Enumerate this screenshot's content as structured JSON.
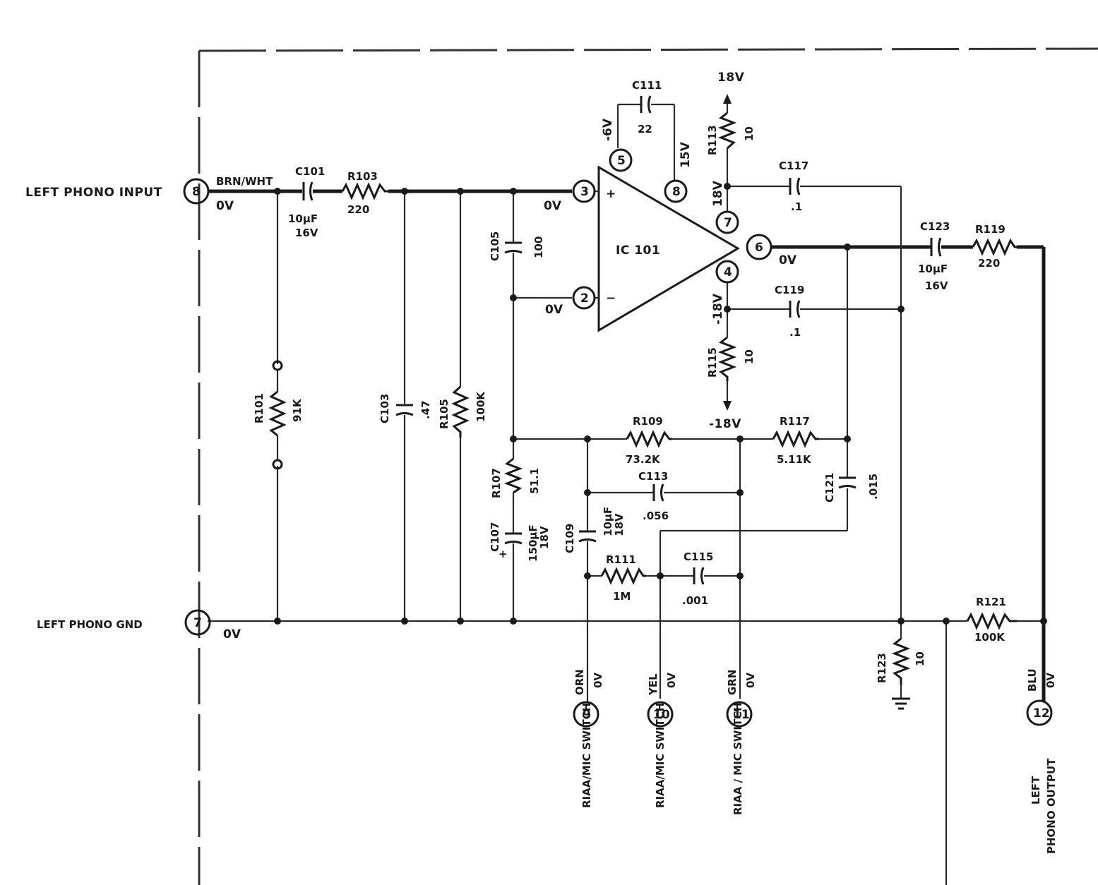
{
  "terminals": {
    "t8": {
      "label": "LEFT PHONO INPUT",
      "pin": "8",
      "wire": "BRN/WHT",
      "voltage": "0V"
    },
    "t7": {
      "label": "LEFT PHONO GND",
      "pin": "7",
      "voltage": "0V"
    },
    "t9": {
      "pin": "9",
      "wire": "ORN",
      "voltage": "0V",
      "label": "RIAA/MIC SWITCH"
    },
    "t10": {
      "pin": "10",
      "wire": "YEL",
      "voltage": "0V",
      "label": "RIAA/MIC SWITCH"
    },
    "t11": {
      "pin": "11",
      "wire": "GRN",
      "voltage": "0V",
      "label": "RIAA / MIC SWITCH"
    },
    "t12": {
      "pin": "12",
      "wire": "BLU",
      "voltage": "0V",
      "label1": "LEFT",
      "label2": "PHONO OUTPUT"
    }
  },
  "ic": {
    "name": "IC 101",
    "pin3": "3",
    "pin3_v": "0V",
    "plus": "+",
    "pin2": "2",
    "pin2_v": "0V",
    "minus": "−",
    "pin5": "5",
    "pin5_v": "-6V",
    "pin8": "8",
    "pin8_v": "15V",
    "pin7": "7",
    "pin7_v": "18V",
    "pin6": "6",
    "pin6_v": "0V",
    "pin4": "4",
    "pin4_v": "-18V"
  },
  "rails": {
    "pos": "18V",
    "neg": "-18V"
  },
  "components": {
    "c101": {
      "ref": "C101",
      "v1": "10µF",
      "v2": "16V"
    },
    "r103": {
      "ref": "R103",
      "value": "220"
    },
    "r101": {
      "ref": "R101",
      "value": "91K"
    },
    "c103": {
      "ref": "C103",
      "value": ".47"
    },
    "r105": {
      "ref": "R105",
      "value": "100K"
    },
    "c105": {
      "ref": "C105",
      "value": "100"
    },
    "c111": {
      "ref": "C111",
      "value": "22"
    },
    "r113": {
      "ref": "R113",
      "value": "10"
    },
    "c117": {
      "ref": "C117",
      "value": ".1"
    },
    "c119": {
      "ref": "C119",
      "value": ".1"
    },
    "r115": {
      "ref": "R115",
      "value": "10"
    },
    "c123": {
      "ref": "C123",
      "v1": "10µF",
      "v2": "16V"
    },
    "r119": {
      "ref": "R119",
      "value": "220"
    },
    "r109": {
      "ref": "R109",
      "value": "73.2K"
    },
    "r117": {
      "ref": "R117",
      "value": "5.11K"
    },
    "c113": {
      "ref": "C113",
      "value": ".056"
    },
    "c121": {
      "ref": "C121",
      "value": ".015"
    },
    "r107": {
      "ref": "R107",
      "value": "51.1"
    },
    "c107": {
      "ref": "C107",
      "v1": "150µF",
      "v2": "18V"
    },
    "c109": {
      "ref": "C109",
      "v1": "10µF",
      "v2": "18V"
    },
    "r111": {
      "ref": "R111",
      "value": "1M"
    },
    "c115": {
      "ref": "C115",
      "value": ".001"
    },
    "r121": {
      "ref": "R121",
      "value": "100K"
    },
    "r123": {
      "ref": "R123",
      "value": "10"
    }
  }
}
